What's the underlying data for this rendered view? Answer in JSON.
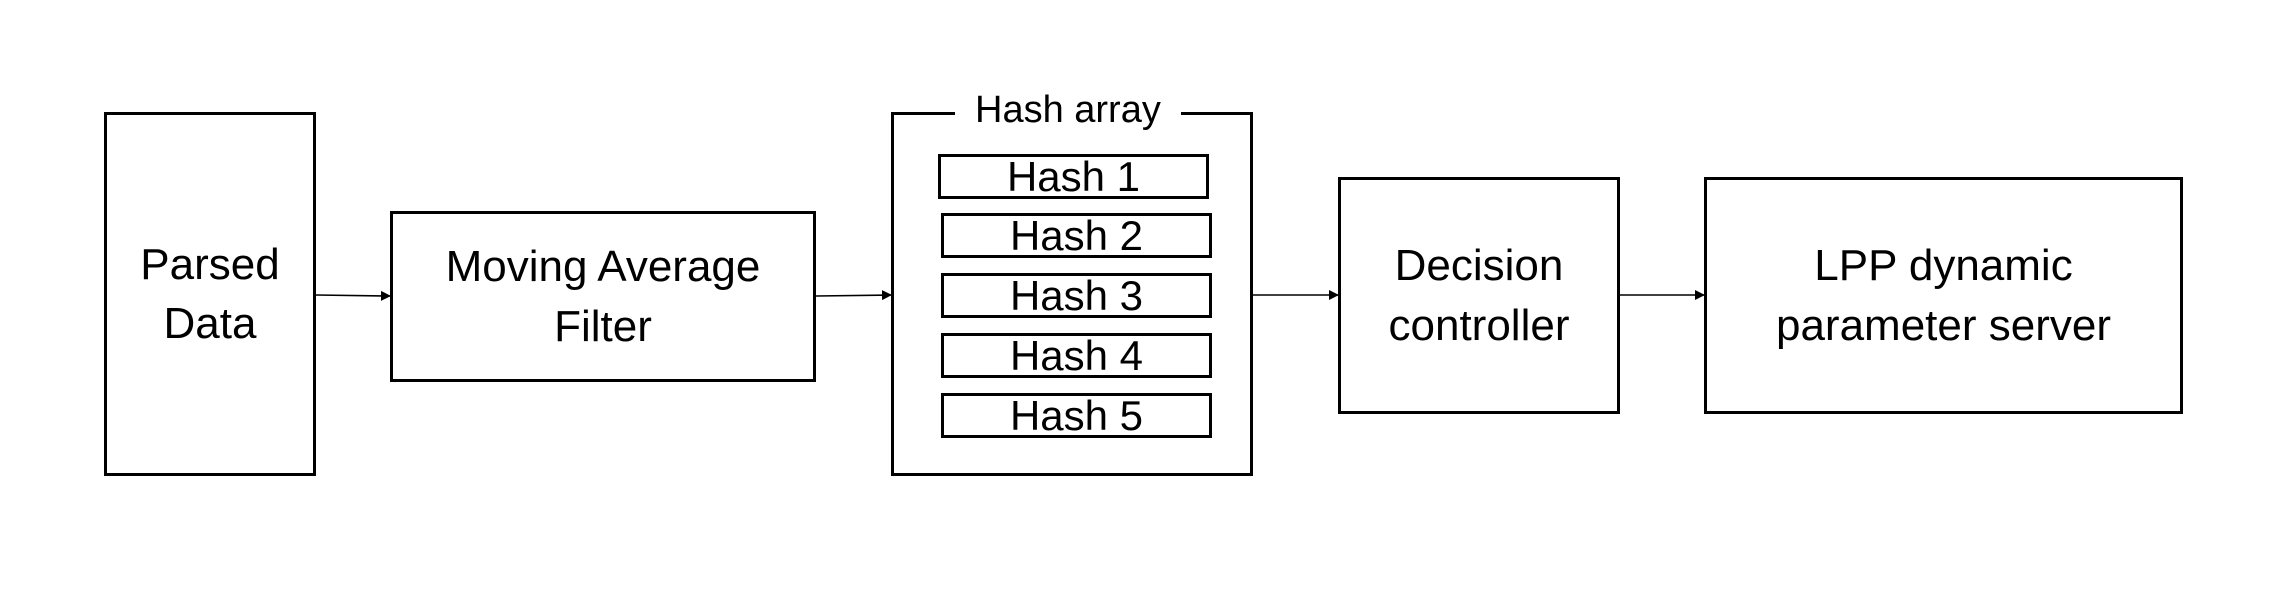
{
  "diagram": {
    "nodes": [
      {
        "id": "parsed",
        "label": "Parsed\nData"
      },
      {
        "id": "filter",
        "label": "Moving Average\nFilter"
      },
      {
        "id": "decision",
        "label": "Decision\ncontroller"
      },
      {
        "id": "server",
        "label": "LPP dynamic\nparameter server"
      }
    ],
    "hash_array": {
      "title": "Hash array",
      "items": [
        "Hash 1",
        "Hash 2",
        "Hash 3",
        "Hash 4",
        "Hash 5"
      ]
    },
    "edges": [
      {
        "from": "parsed",
        "to": "filter"
      },
      {
        "from": "filter",
        "to": "hash_array"
      },
      {
        "from": "hash_array",
        "to": "decision"
      },
      {
        "from": "decision",
        "to": "server"
      }
    ],
    "line_color": "#000000",
    "background": "#ffffff"
  }
}
